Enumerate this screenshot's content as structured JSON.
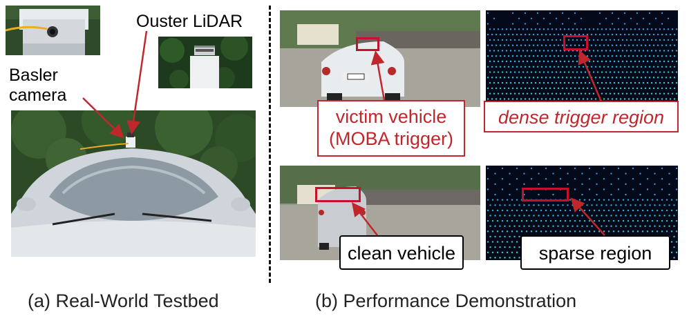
{
  "testbed": {
    "lidar_label": "Ouster LiDAR",
    "camera_label_line1": "Basler",
    "camera_label_line2": "camera",
    "caption": "(a) Real-World Testbed"
  },
  "demo": {
    "victim_label_line1": "victim vehicle",
    "victim_label_line2": "(MOBA trigger)",
    "dense_label": "dense trigger region",
    "clean_label": "clean vehicle",
    "sparse_label": "sparse region",
    "caption": "(b) Performance Demonstration"
  },
  "colors": {
    "annotation_red": "#c0272d"
  }
}
